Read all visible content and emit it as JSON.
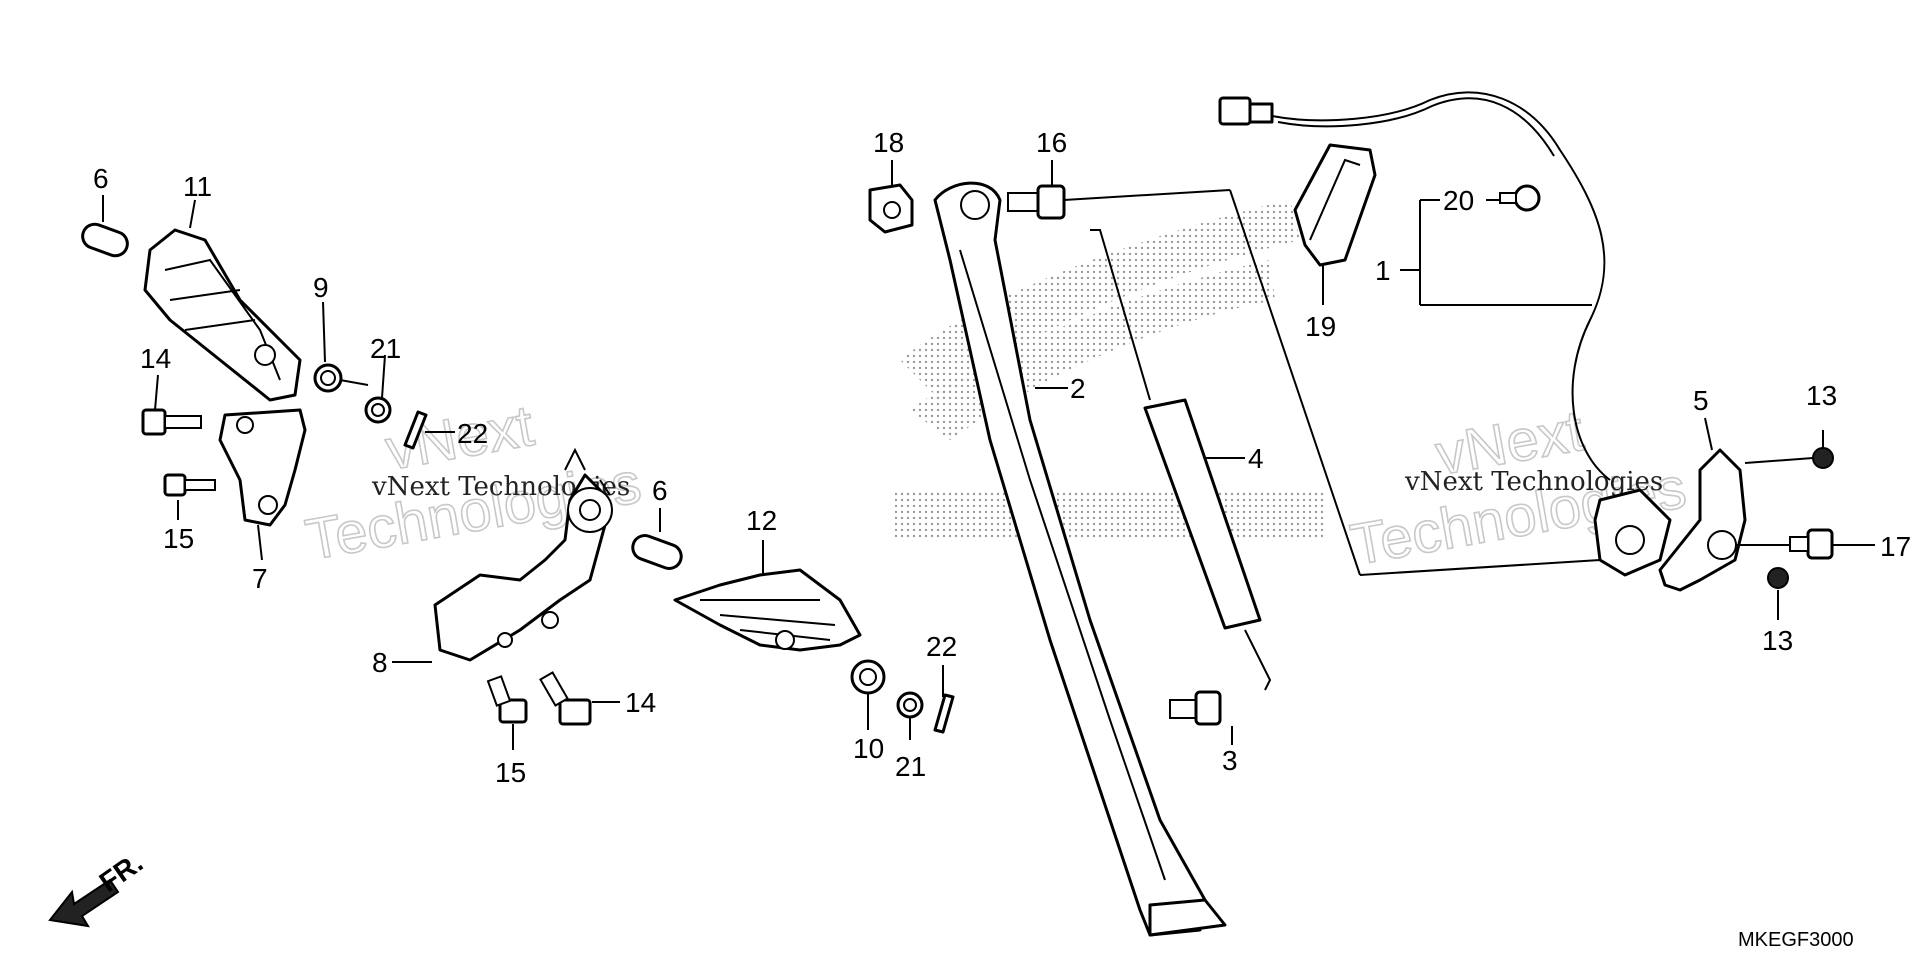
{
  "callouts": {
    "c1": "1",
    "c2": "2",
    "c3": "3",
    "c4": "4",
    "c5": "5",
    "c6a": "6",
    "c6b": "6",
    "c7": "7",
    "c8": "8",
    "c9": "9",
    "c10": "10",
    "c11": "11",
    "c12": "12",
    "c13a": "13",
    "c13b": "13",
    "c14a": "14",
    "c14b": "14",
    "c15a": "15",
    "c15b": "15",
    "c16": "16",
    "c17": "17",
    "c18": "18",
    "c19": "19",
    "c20": "20",
    "c21a": "21",
    "c21b": "21",
    "c22a": "22",
    "c22b": "22"
  },
  "watermark": {
    "line1": "vNext",
    "line2": "Technologies",
    "small": "vNext Technologies"
  },
  "front_label": "FR.",
  "diagram_code": "MKEGF3000",
  "colors": {
    "ink": "#000000",
    "dots": "#9a9a9a",
    "watermark": "#c8c8c8"
  }
}
